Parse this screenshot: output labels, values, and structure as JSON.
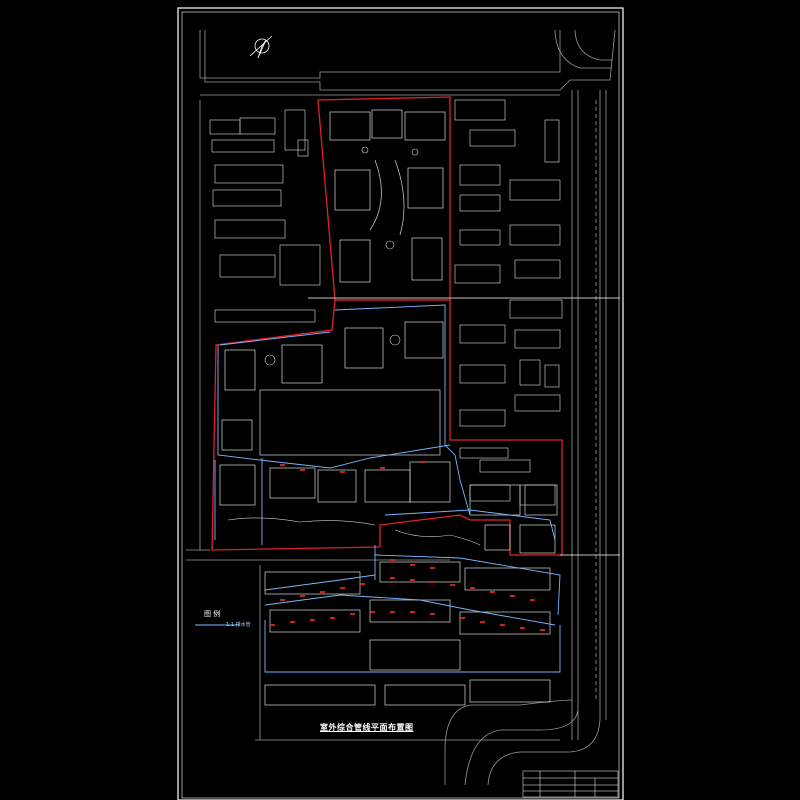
{
  "drawing": {
    "title": "室外综合管线平面布置图",
    "legend_heading": "图 例",
    "legend_line_label": "1:1 排水管"
  },
  "colors": {
    "background": "#000000",
    "frame": "#ffffff",
    "roads": "#9a9a9a",
    "buildings": "#bfbfbf",
    "site_boundary": "#e0202a",
    "pipeline": "#7ab4ff",
    "markers": "#ff3030"
  },
  "icons": {
    "north_arrow": "north-arrow-icon",
    "tree": "tree-icon"
  },
  "title_block": {
    "visible": true
  }
}
